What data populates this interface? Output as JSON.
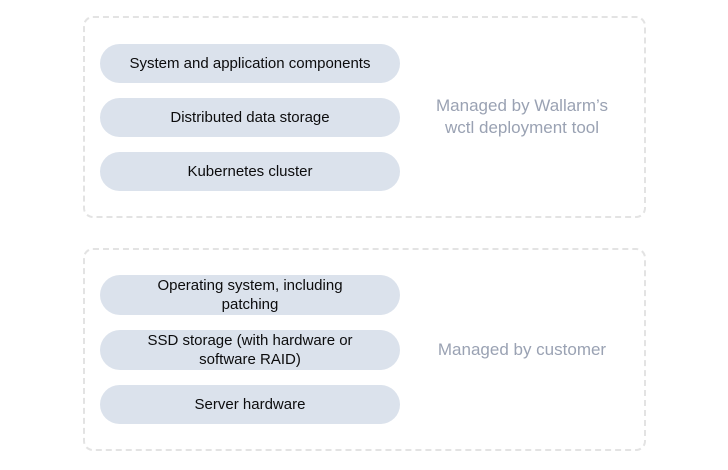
{
  "colors": {
    "background": "#ffffff",
    "pill_background": "#dbe2ec",
    "pill_text": "#0c0c0d",
    "label_text": "#9aa2b3",
    "dashed_border": "#e3e3e3"
  },
  "groups": [
    {
      "label_lines": [
        "Managed by Wallarm’s",
        "wctl deployment tool"
      ],
      "items": [
        {
          "lines": [
            "System and application components",
            ""
          ]
        },
        {
          "lines": [
            "Distributed data storage",
            ""
          ]
        },
        {
          "lines": [
            "Kubernetes cluster",
            ""
          ]
        }
      ]
    },
    {
      "label_lines": [
        "Managed by customer",
        ""
      ],
      "items": [
        {
          "lines": [
            "Operating system, including",
            "patching"
          ]
        },
        {
          "lines": [
            "SSD storage (with hardware or",
            "software RAID)"
          ]
        },
        {
          "lines": [
            "Server hardware",
            ""
          ]
        }
      ]
    }
  ]
}
